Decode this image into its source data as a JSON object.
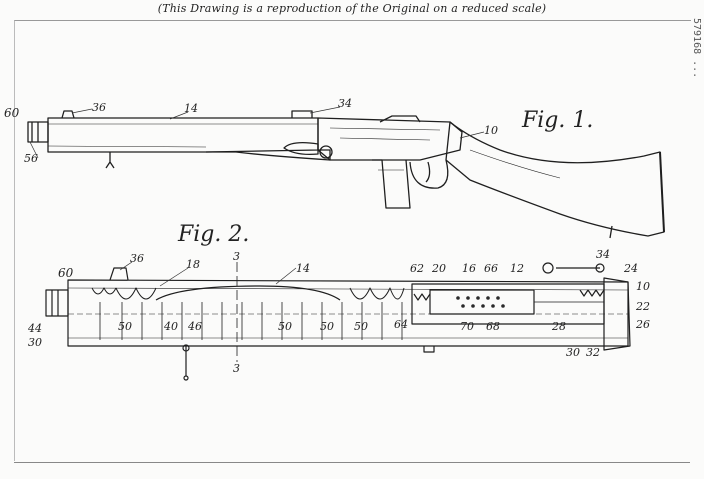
{
  "header": {
    "notice": "(This Drawing is a reproduction of the Original on a reduced scale)"
  },
  "side_text": "579168 ...",
  "figures": {
    "fig1": {
      "label": "Fig. 1.",
      "callouts": {
        "muzzle": "60",
        "front_sight": "36",
        "barrel": "14",
        "rear_sight": "34",
        "receiver": "10",
        "breech": "56"
      }
    },
    "fig2": {
      "label": "Fig. 2.",
      "callouts": {
        "muzzle": "60",
        "front_sight": "36",
        "body": "18",
        "section_mark_top": "3",
        "barrel": "14",
        "ref_62": "62",
        "ref_20": "20",
        "ref_16": "16",
        "ref_66": "66",
        "ref_12": "12",
        "ref_34": "34",
        "ref_24": "24",
        "ref_10": "10",
        "ref_22": "22",
        "ref_26": "26",
        "ref_44": "44",
        "ref_30_left": "30",
        "ref_50a": "50",
        "ref_40": "40",
        "ref_46": "46",
        "ref_50b": "50",
        "ref_50c": "50",
        "ref_50d": "50",
        "ref_64": "64",
        "ref_70": "70",
        "ref_68": "68",
        "ref_28": "28",
        "ref_30_right": "30",
        "ref_32": "32",
        "section_mark_bottom": "3"
      }
    }
  }
}
